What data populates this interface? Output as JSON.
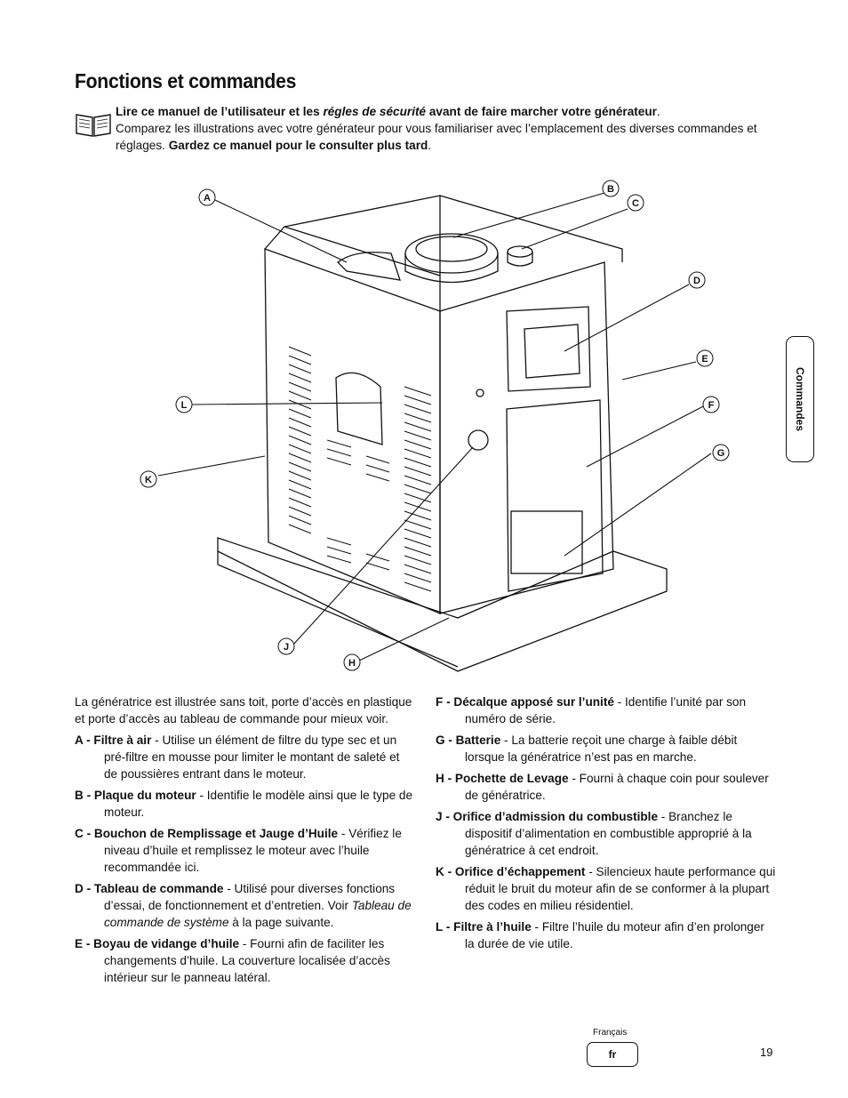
{
  "page": {
    "title": "Fonctions et commandes",
    "intro": {
      "line1_bold_a": "Lire ce manuel de l’utilisateur et les ",
      "line1_italic": "régles de sécurité",
      "line1_bold_b": " avant de faire marcher votre générateur",
      "line1_end": ".",
      "line2": "Comparez les illustrations avec votre générateur pour vous familiariser avec l’emplacement des diverses commandes et réglages. ",
      "line2_bold": "Gardez ce manuel pour le consulter plus tard",
      "line2_end": "."
    },
    "side_tab": "Commandes",
    "callouts": [
      "A",
      "B",
      "C",
      "D",
      "E",
      "F",
      "G",
      "H",
      "J",
      "K",
      "L"
    ],
    "left_column": {
      "lead": "La génératrice est illustrée sans toit, porte d’accès en plastique et porte d’accès au tableau de commande pour mieux voir.",
      "items": [
        {
          "label": "A - Filtre à air",
          "text": " - Utilise un élément de filtre du type sec et un pré-filtre en mousse pour limiter le montant de saleté et de poussières entrant dans le moteur."
        },
        {
          "label": "B - Plaque du moteur",
          "text": " - Identifie le modèle ainsi que le type de moteur."
        },
        {
          "label": "C - Bouchon de Remplissage et Jauge d’Huile",
          "text": " - Vérifiez le niveau d’huile et remplissez le moteur avec l’huile recommandée ici."
        },
        {
          "label": "D - Tableau de commande",
          "text": " - Utilisé pour diverses fonctions d’essai, de fonctionnement et d’entretien. Voir ",
          "italic": "Tableau de commande de système",
          "text2": " à la page suivante."
        },
        {
          "label": "E - Boyau de vidange d’huile",
          "text": " - Fourni afin de faciliter les changements d’huile. La couverture localisée d’accès intérieur sur le panneau latéral."
        }
      ]
    },
    "right_column": {
      "items": [
        {
          "label": "F - Décalque apposé sur l’unité",
          "text": " - Identifie l’unité par son numéro de série."
        },
        {
          "label": "G - Batterie",
          "text": " - La batterie reçoit une charge à faible débit lorsque la génératrice n’est pas en marche."
        },
        {
          "label": "H - Pochette de Levage",
          "text": " - Fourni à chaque coin pour soulever de génératrice."
        },
        {
          "label": "J - Orifice d’admission du combustible",
          "text": " - Branchez le dispositif d’alimentation en combustible approprié à la génératrice à cet endroit."
        },
        {
          "label": "K - Orifice d’échappement",
          "text": " - Silencieux haute performance qui réduit le bruit du moteur afin de se conformer à la plupart des codes en milieu résidentiel."
        },
        {
          "label": "L - Filtre à l’huile",
          "text": " - Filtre l’huile du moteur afin d’en prolonger la durée de vie utile."
        }
      ]
    },
    "footer": {
      "language": "Français",
      "lang_code": "fr",
      "page_number": "19"
    }
  }
}
